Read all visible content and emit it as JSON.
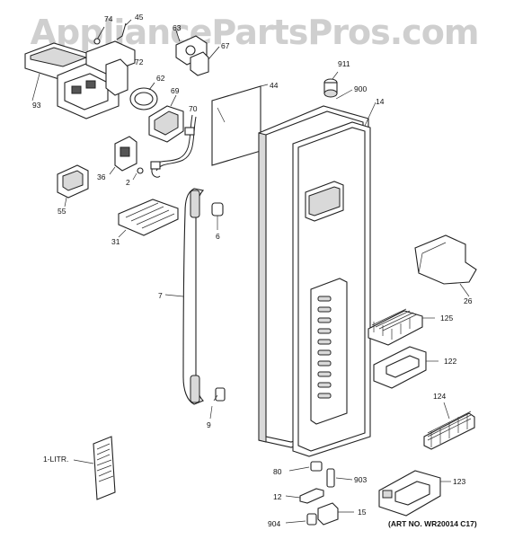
{
  "watermark": "AppliancePartsPros.com",
  "art_number": "(ART NO. WR20014 C17)",
  "callouts": {
    "c74": "74",
    "c45": "45",
    "c63": "63",
    "c67": "67",
    "c72": "72",
    "c62": "62",
    "c93": "93",
    "c69": "69",
    "c70": "70",
    "c44": "44",
    "c911": "911",
    "c900": "900",
    "c14": "14",
    "c36": "36",
    "c2": "2",
    "c55": "55",
    "c31": "31",
    "c6": "6",
    "c7": "7",
    "c26": "26",
    "c125": "125",
    "c122": "122",
    "c9": "9",
    "c124": "124",
    "c1litr": "1-LITR.",
    "c80": "80",
    "c903": "903",
    "c12": "12",
    "c123": "123",
    "c904": "904",
    "c15": "15"
  }
}
